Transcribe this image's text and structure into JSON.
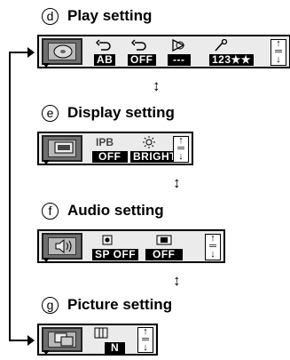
{
  "sections": [
    {
      "letter": "d",
      "title": "Play setting",
      "labels": [
        "AB",
        "OFF",
        "---",
        "123★★"
      ]
    },
    {
      "letter": "e",
      "title": "Display setting",
      "labels": [
        "OFF",
        "BRIGHT"
      ],
      "icon_labels": [
        "IPB"
      ]
    },
    {
      "letter": "f",
      "title": "Audio setting",
      "labels": [
        "SP OFF",
        "OFF"
      ]
    },
    {
      "letter": "g",
      "title": "Picture setting",
      "labels": [
        "N"
      ]
    }
  ],
  "updown_glyph": "↕",
  "scroll_glyphs": [
    "↑",
    "═",
    "↓"
  ]
}
